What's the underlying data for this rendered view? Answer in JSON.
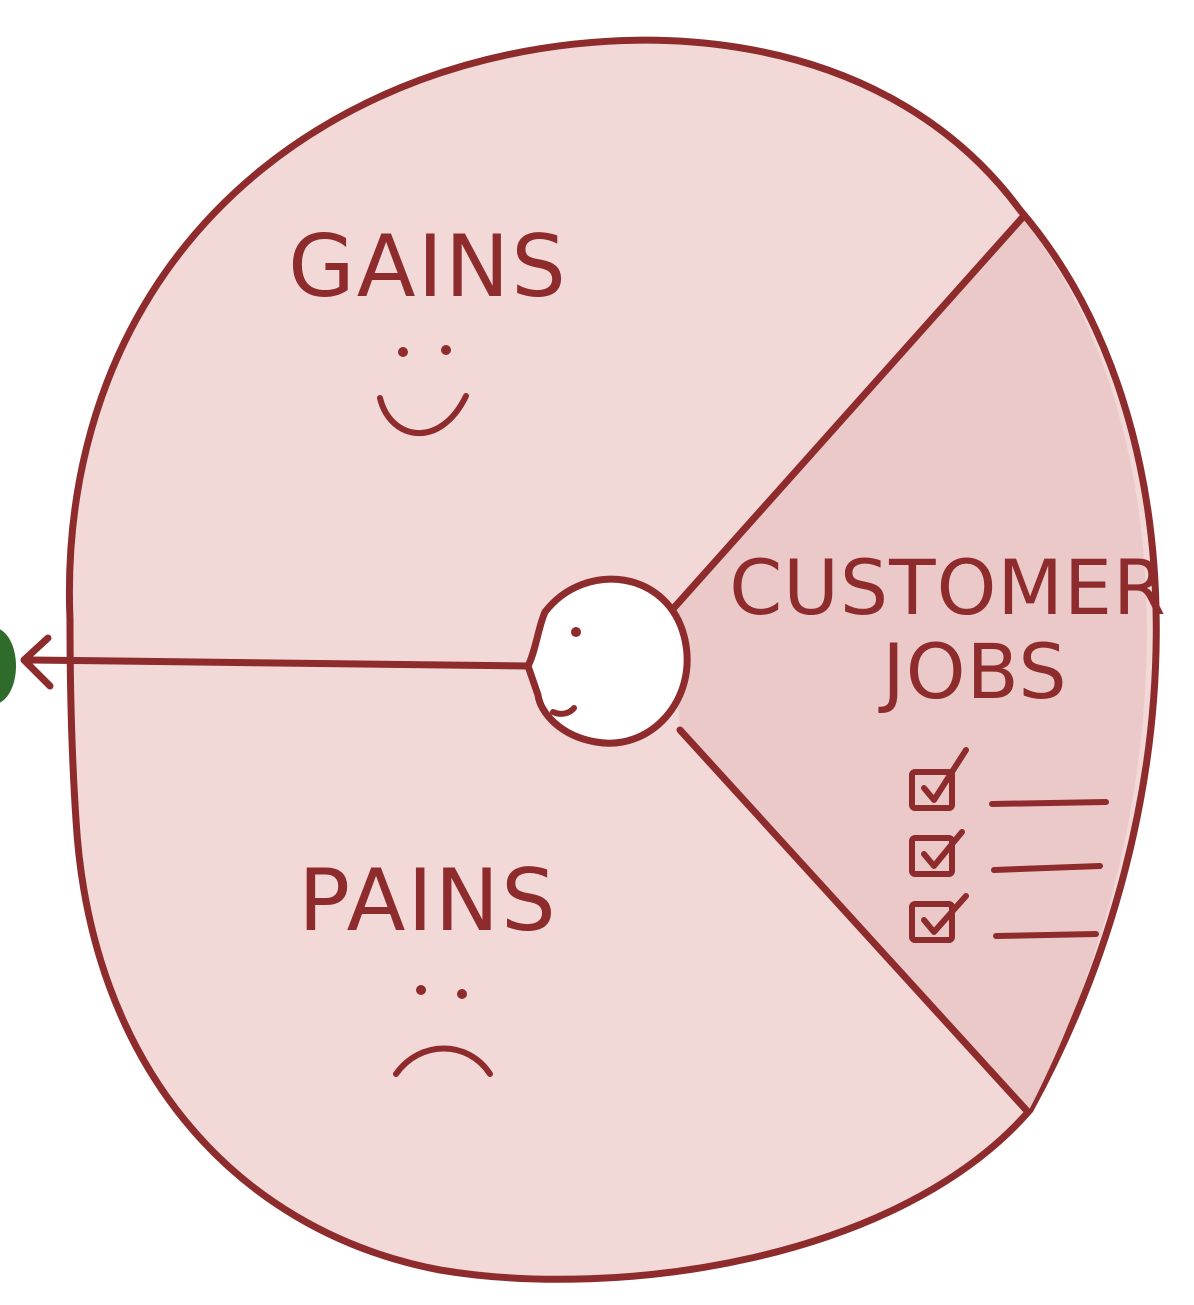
{
  "diagram": {
    "segments": {
      "gains": {
        "label": "GAINS",
        "icon": "smiley-face-icon"
      },
      "pains": {
        "label": "PAINS",
        "icon": "sad-face-icon"
      },
      "jobs": {
        "label_line1": "CUSTOMER",
        "label_line2": "JOBS",
        "icon": "checklist-icon"
      }
    },
    "center_icon": "customer-head-icon",
    "arrow_icon": "arrow-left-icon"
  },
  "colors": {
    "stroke": "#8e2b2c",
    "fill_main": "#f3d8d8",
    "fill_jobs": "#ecc9c9",
    "head_fill": "#ffffff",
    "background": "#ffffff",
    "green_edge": "#2f6b2a"
  }
}
